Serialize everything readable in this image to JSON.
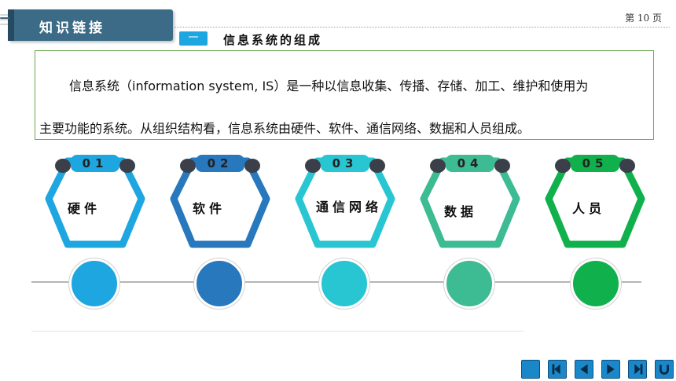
{
  "header": {
    "title": "知识链接"
  },
  "page": {
    "number": "第 10 页"
  },
  "section": {
    "index": "一",
    "title": "信息系统的组成"
  },
  "intro": {
    "line1": "信息系统（information system, IS）是一种以信息收集、传播、存储、加工、维护和使用为",
    "line2": "主要功能的系统。从组织结构看，信息系统由硬件、软件、通信网络、数据和人员组成。"
  },
  "components": [
    {
      "num": "01",
      "label": "硬件",
      "color": "#1ea6e0"
    },
    {
      "num": "02",
      "label": "软件",
      "color": "#2778bd"
    },
    {
      "num": "03",
      "label": "通信网络",
      "color": "#28c6d2"
    },
    {
      "num": "04",
      "label": "数据",
      "color": "#3dbb93"
    },
    {
      "num": "05",
      "label": "人员",
      "color": "#10b04c"
    }
  ],
  "nav": {
    "icons": [
      "home-square-icon",
      "first-page-icon",
      "previous-page-icon",
      "next-page-icon",
      "last-page-icon",
      "return-icon"
    ],
    "color": "#1a87c9"
  }
}
